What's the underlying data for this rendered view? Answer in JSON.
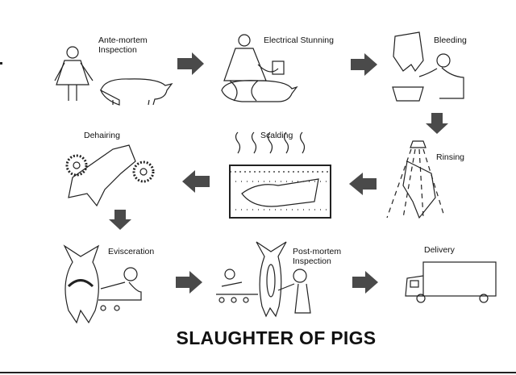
{
  "title": "SLAUGHTER OF PIGS",
  "steps": [
    {
      "label": "Ante-mortem Inspection"
    },
    {
      "label": "Electrical Stunning"
    },
    {
      "label": "Bleeding"
    },
    {
      "label": "Rinsing"
    },
    {
      "label": "Scalding"
    },
    {
      "label": "Dehairing"
    },
    {
      "label": "Evisceration"
    },
    {
      "label": "Post-mortem Inspection"
    },
    {
      "label": "Delivery"
    }
  ],
  "colors": {
    "arrow": "#4a4a4a",
    "line": "#222222"
  }
}
